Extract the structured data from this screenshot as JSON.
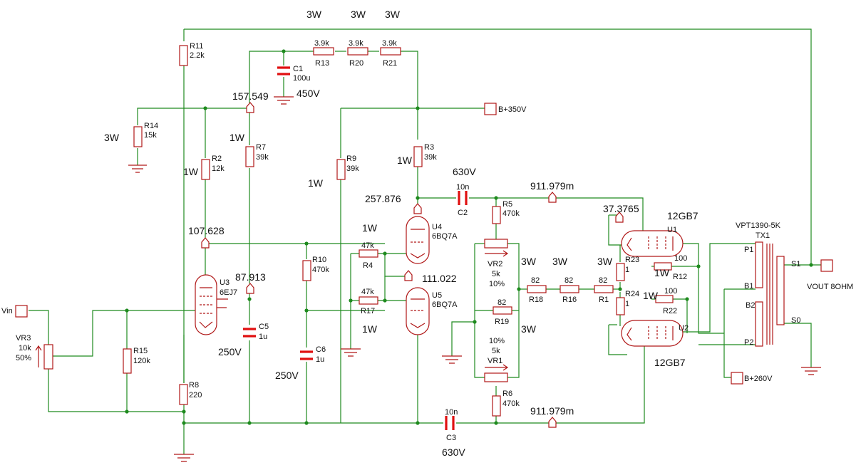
{
  "wattage": {
    "t1": "3W",
    "t2": "3W",
    "t3": "3W",
    "r14": "3W",
    "r2": "1W",
    "r7": "1W",
    "r9": "1W",
    "r3": "1W",
    "u4": "1W",
    "u5": "1W",
    "m1": "3W",
    "m2": "3W",
    "m3": "3W",
    "m4": "3W",
    "r23": "1W",
    "r24": "1W"
  },
  "voltage_ratings": {
    "c1": "450V",
    "c2": "630V",
    "c3": "630V",
    "c5": "250V",
    "c6": "250V"
  },
  "probes": {
    "p1": "157.549",
    "p2": "257.876",
    "p3": "107.628",
    "p4": "87.913",
    "p5": "111.022",
    "p6": "911.979m",
    "p7": "911.979m",
    "p8": "37.3765"
  },
  "parts": {
    "r11": {
      "ref": "R11",
      "val": "2.2k"
    },
    "r13": {
      "ref": "R13",
      "val": "3.9k"
    },
    "r20": {
      "ref": "R20",
      "val": "3.9k"
    },
    "r21": {
      "ref": "R21",
      "val": "3.9k"
    },
    "c1": {
      "ref": "C1",
      "val": "100u"
    },
    "r14": {
      "ref": "R14",
      "val": "15k"
    },
    "r7": {
      "ref": "R7",
      "val": "39k"
    },
    "r2": {
      "ref": "R2",
      "val": "12k"
    },
    "r9": {
      "ref": "R9",
      "val": "39k"
    },
    "r3": {
      "ref": "R3",
      "val": "39k"
    },
    "c2": {
      "ref": "C2",
      "val": "10n"
    },
    "r5": {
      "ref": "R5",
      "val": "470k"
    },
    "u4": {
      "ref": "U4",
      "val": "6BQ7A"
    },
    "u5": {
      "ref": "U5",
      "val": "6BQ7A"
    },
    "u3": {
      "ref": "U3",
      "val": "6EJ7"
    },
    "r10": {
      "ref": "R10",
      "val": "470k"
    },
    "r4": {
      "ref": "R4",
      "val": "47k"
    },
    "r17": {
      "ref": "R17",
      "val": "47k"
    },
    "vr2": {
      "ref": "VR2",
      "val": "5k",
      "pct": "10%"
    },
    "vr1": {
      "ref": "VR1",
      "val": "5k",
      "pct": "10%"
    },
    "r19": {
      "ref": "R19",
      "val": "82"
    },
    "r18": {
      "ref": "R18",
      "val": "82"
    },
    "r16": {
      "ref": "R16",
      "val": "82"
    },
    "r1": {
      "ref": "R1",
      "val": "82"
    },
    "r23": {
      "ref": "R23",
      "val": "1"
    },
    "r24": {
      "ref": "R24",
      "val": "1"
    },
    "r12": {
      "ref": "R12",
      "val": "100"
    },
    "r22": {
      "ref": "R22",
      "val": "100"
    },
    "u1": {
      "ref": "U1",
      "val": "12GB7"
    },
    "u2": {
      "ref": "U2",
      "val": "12GB7"
    },
    "tx1": {
      "ref": "TX1",
      "val": "VPT1390-5K"
    },
    "vr3": {
      "ref": "VR3",
      "val": "10k",
      "pct": "50%"
    },
    "r15": {
      "ref": "R15",
      "val": "120k"
    },
    "r8": {
      "ref": "R8",
      "val": "220"
    },
    "c5": {
      "ref": "C5",
      "val": "1u"
    },
    "c6": {
      "ref": "C6",
      "val": "1u"
    },
    "r6": {
      "ref": "R6",
      "val": "470k"
    },
    "c3": {
      "ref": "C3",
      "val": "10n"
    }
  },
  "ports": {
    "vin": "Vin",
    "bplus350": "B+350V",
    "bplus260": "B+260V",
    "vout": "VOUT 8OHM"
  },
  "tx_pins": {
    "p1": "P1",
    "b1": "B1",
    "b2": "B2",
    "p2": "P2",
    "s1": "S1",
    "s0": "S0"
  },
  "colors": {
    "wire": "#1e8a1e",
    "component": "#b01818",
    "capacitor": "#e01010"
  }
}
